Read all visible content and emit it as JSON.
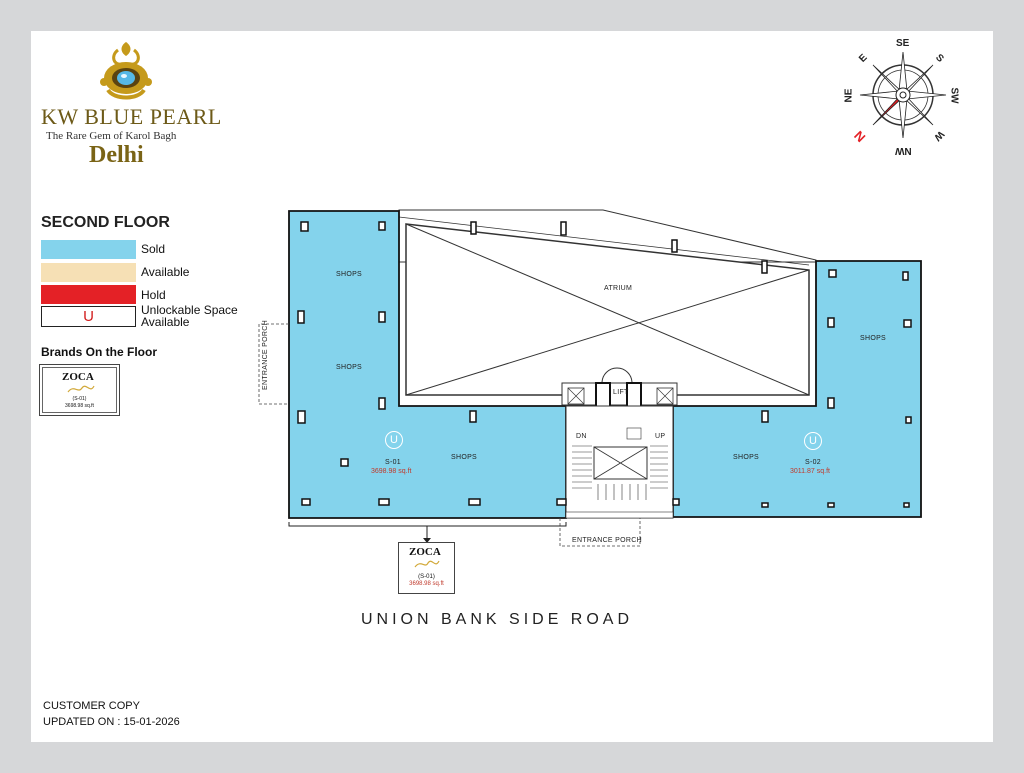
{
  "logo": {
    "name": "KW BLUE PEARL",
    "tagline": "The Rare Gem of Karol Bagh",
    "city": "Delhi"
  },
  "compass": {
    "se": "SE",
    "s": "S",
    "sw": "SW",
    "w": "W",
    "nw": "NW",
    "n": "N",
    "ne": "NE",
    "e": "E"
  },
  "legend": {
    "floor_title": "SECOND FLOOR",
    "items": [
      {
        "label": "Sold",
        "color": "#84d3ec"
      },
      {
        "label": "Available",
        "color": "#f6e0b5"
      },
      {
        "label": "Hold",
        "color": "#e42126"
      },
      {
        "label": "Unlockable Space Available",
        "symbol": "U",
        "symbol_color": "#d21d1d"
      }
    ],
    "brands_title": "Brands On the Floor"
  },
  "brand_card": {
    "name": "ZOCA",
    "unit": "(S-01)",
    "area": "3698.98 sq.ft"
  },
  "plan": {
    "colors": {
      "sold": "#84d3ec",
      "outline": "#111111"
    },
    "atrium": "ATRIUM",
    "lift": "LIFT",
    "dn": "DN",
    "up": "UP",
    "entrance_porch_bottom": "ENTRANCE PORCH",
    "entrance_porch_left": "ENTRANCE PORCH",
    "shops_label": "SHOPS",
    "unit_s01": {
      "id": "S-01",
      "area": "3698.98 sq.ft"
    },
    "unit_s02": {
      "id": "S-02",
      "area": "3011.87 sq.ft"
    }
  },
  "road": "UNION BANK SIDE ROAD",
  "footer": {
    "line1": "CUSTOMER COPY",
    "line2": "UPDATED ON : 15-01-2026"
  }
}
